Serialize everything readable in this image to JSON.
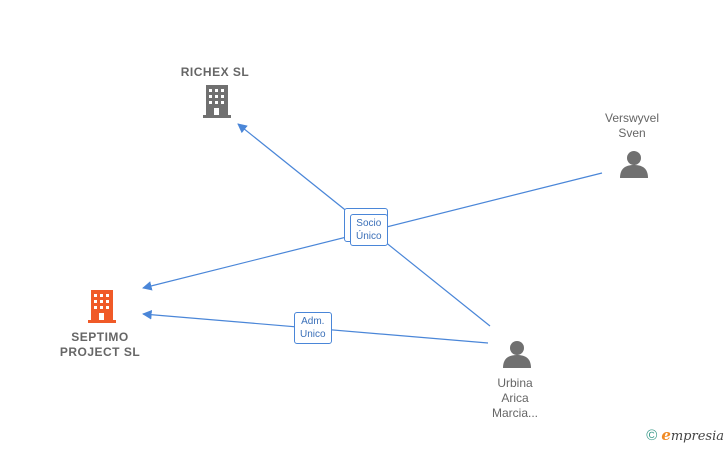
{
  "nodes": {
    "richex": {
      "label": "RICHEX  SL",
      "type": "company",
      "color": "#707070"
    },
    "septimo": {
      "label": "SEPTIMO\nPROJECT  SL",
      "type": "company",
      "color": "#f05a28"
    },
    "verswyvel": {
      "label": "Verswyvel\nSven",
      "type": "person",
      "color": "#707070"
    },
    "urbina": {
      "label": "Urbina\nArica\nMarcia...",
      "type": "person",
      "color": "#707070"
    }
  },
  "edges": {
    "socio_unico": "Socio\nÚnico",
    "adm_unico": "Adm.\nUnico"
  },
  "colors": {
    "edge": "#4a86d8",
    "icon_gray": "#707070",
    "icon_focus": "#f05a28"
  },
  "brand": {
    "copyright": "©",
    "e": "e",
    "rest": "mpresia"
  }
}
